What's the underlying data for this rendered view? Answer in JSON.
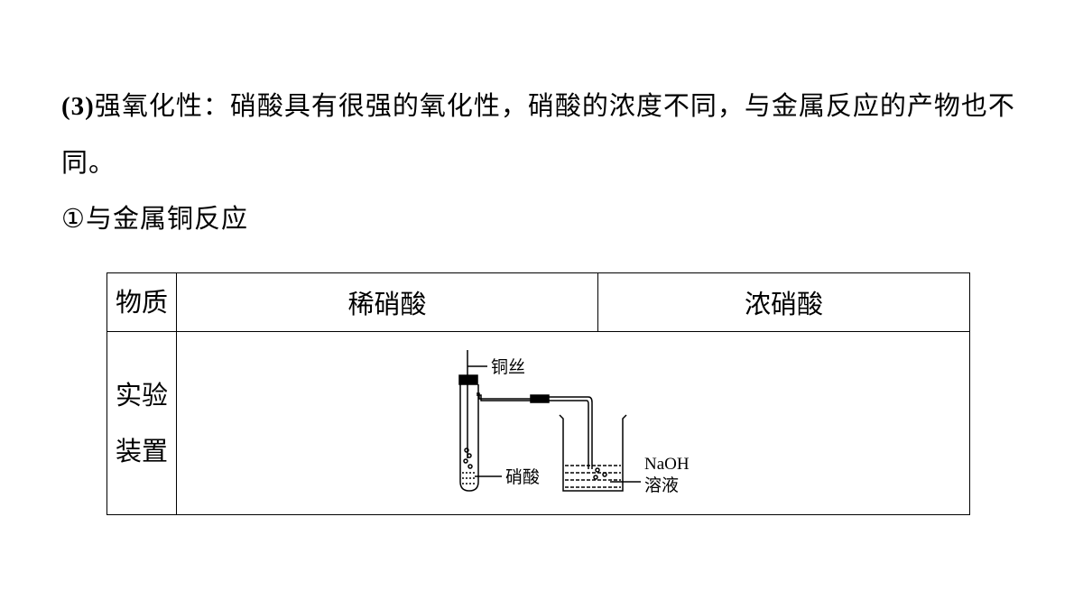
{
  "paragraph1": {
    "number": "(3)",
    "text": "强氧化性：硝酸具有很强的氧化性，硝酸的浓度不同，与金属反应的产物也不同。"
  },
  "paragraph2": "①与金属铜反应",
  "table": {
    "header": [
      "物质",
      "稀硝酸",
      "浓硝酸"
    ],
    "row_label_line1": "实验",
    "row_label_line2": "装置",
    "apparatus_labels": {
      "copper_wire": "铜丝",
      "nitric_acid": "硝酸",
      "naoh_line1": "NaOH",
      "naoh_line2": "溶液"
    }
  }
}
